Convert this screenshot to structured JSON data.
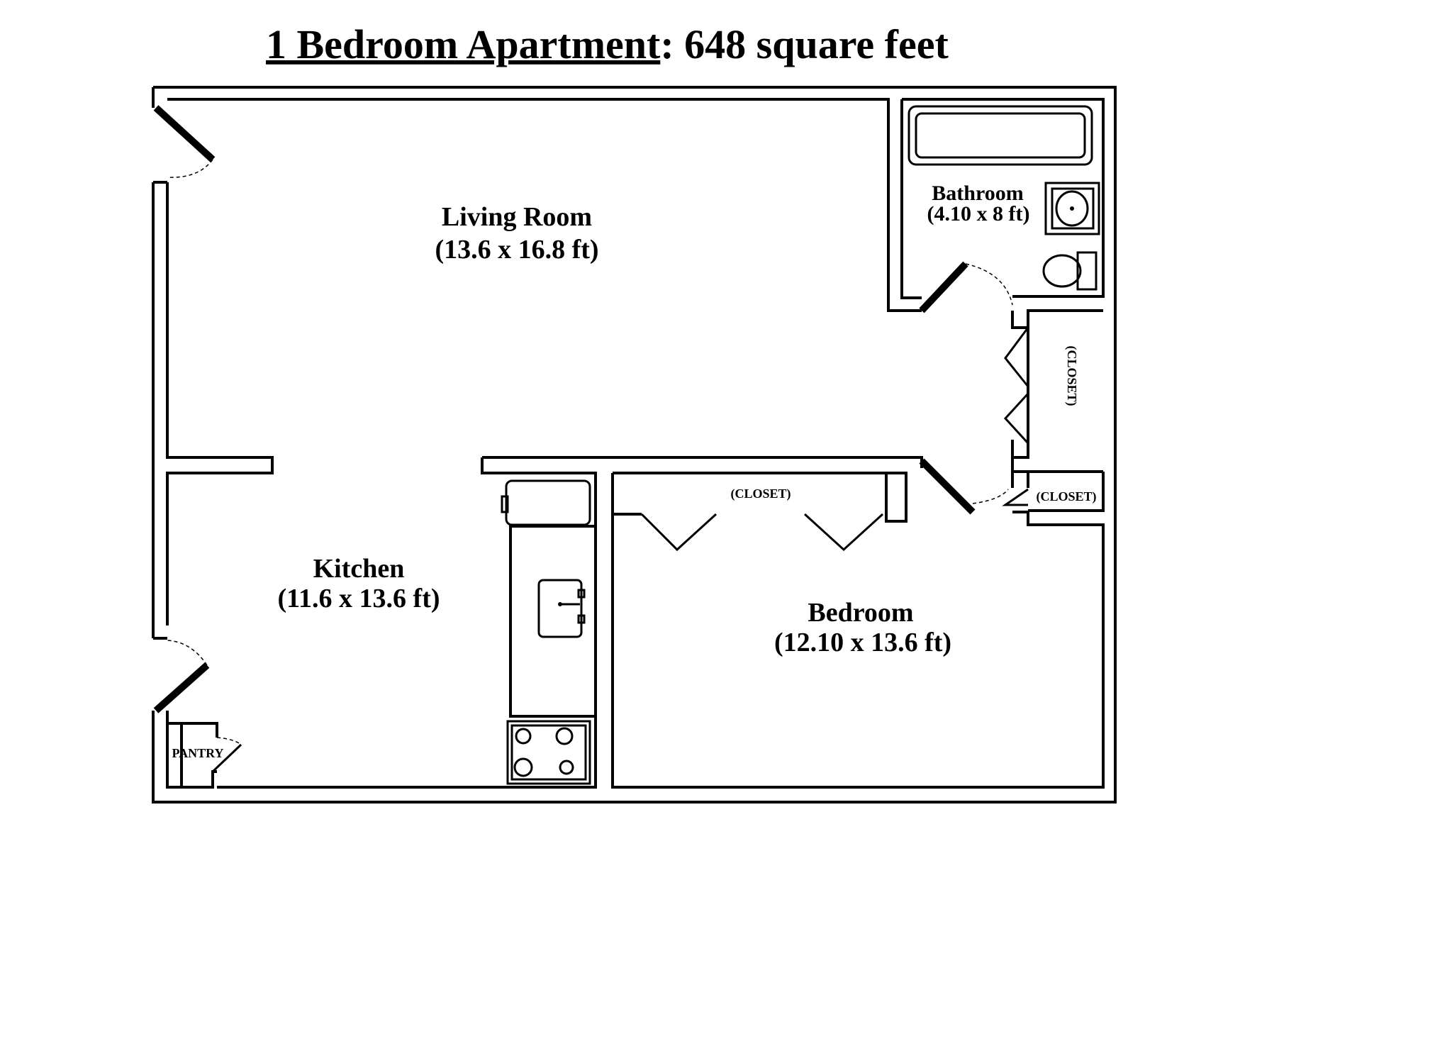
{
  "title": {
    "main": "1 Bedroom Apartment",
    "rest": ": 648 square feet"
  },
  "rooms": {
    "living": {
      "name": "Living Room",
      "size": "(13.6 x 16.8 ft)"
    },
    "kitchen": {
      "name": "Kitchen",
      "size": "(11.6 x 13.6 ft)"
    },
    "bedroom": {
      "name": "Bedroom",
      "size": "(12.10 x 13.6 ft)"
    },
    "bathroom": {
      "name": "Bathroom",
      "size": "(4.10 x 8 ft)"
    }
  },
  "labels": {
    "closet": "(CLOSET)",
    "pantry": "PANTRY"
  }
}
